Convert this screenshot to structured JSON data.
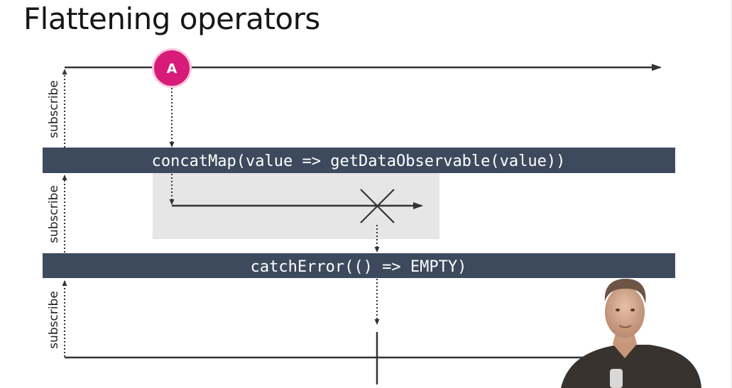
{
  "slide": {
    "title": "Flattening operators"
  },
  "operators": {
    "concat_map": "concatMap(value => getDataObservable(value))",
    "catch_error": "catchError(() => EMPTY)"
  },
  "marbles": {
    "source_value": "A"
  },
  "subscribe_labels": {
    "top": "subscribe",
    "middle": "subscribe",
    "bottom": "subscribe"
  },
  "colors": {
    "operator_bar": "#3d4a5e",
    "marble": "#d81b78",
    "marble_border": "#f6c9de",
    "inner_box": "#e6e6e6",
    "line": "#333333"
  },
  "presenter": {
    "icon": "presenter-video-overlay"
  }
}
